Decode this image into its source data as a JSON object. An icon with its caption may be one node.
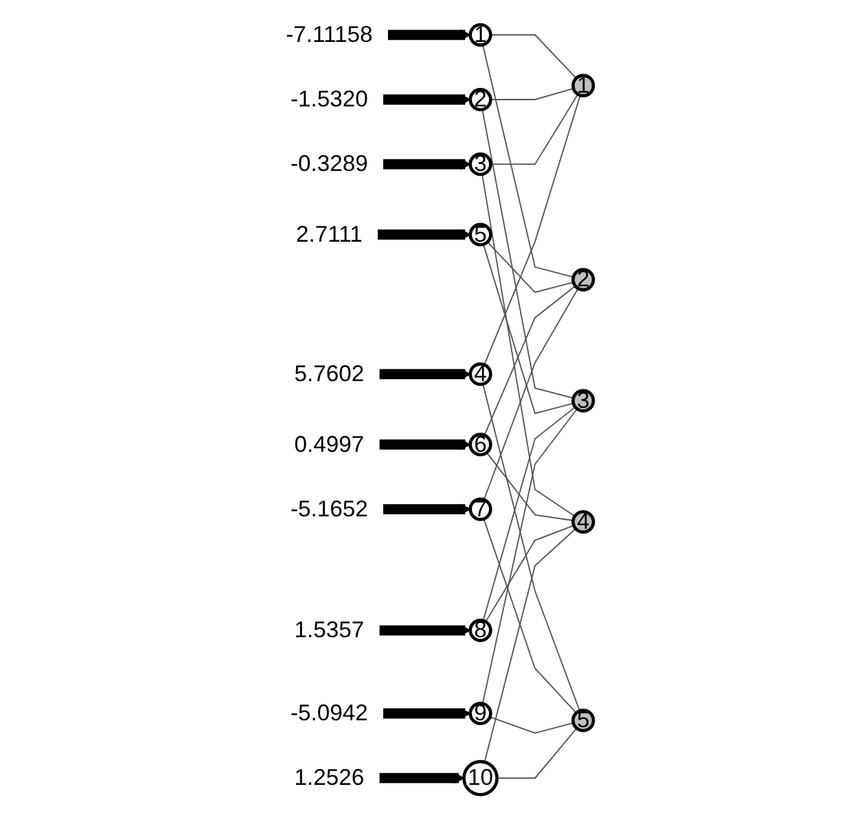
{
  "diagram": {
    "nodes": [
      {
        "text": [
          "-7.11158"
        ]
      },
      {
        "text": [
          "-1.5320"
        ]
      },
      {
        "text": [
          "-0.3289"
        ]
      },
      {
        "text": [
          "5.7602"
        ]
      },
      {
        "text": [
          "2.7111"
        ]
      },
      {
        "text": [
          "0.4997"
        ]
      },
      {
        "text": [
          "-5.1652"
        ]
      },
      {
        "text": [
          "1.5357"
        ]
      },
      {
        "text": [
          "-5.0942"
        ]
      },
      {
        "text": [
          "1.2526"
        ]
      },
      {
        "text": [
          "1"
        ]
      },
      {
        "text": [
          "2"
        ]
      },
      {
        "text": [
          "3"
        ]
      },
      {
        "text": [
          "4"
        ]
      },
      {
        "text": [
          "5"
        ]
      },
      {
        "text": [
          "6"
        ]
      },
      {
        "text": [
          "7"
        ]
      },
      {
        "text": [
          "8"
        ]
      },
      {
        "text": [
          "9"
        ]
      },
      {
        "text": [
          "10"
        ]
      },
      {
        "text": [
          "1"
        ]
      },
      {
        "text": [
          "2"
        ]
      },
      {
        "text": [
          "3"
        ]
      },
      {
        "text": [
          "4"
        ]
      },
      {
        "text": [
          "5"
        ]
      }
    ],
    "edges": [
      {
        "from": 0,
        "to": 10,
        "arrow": "to",
        "style": "thick",
        "color": "#000000"
      },
      {
        "from": 1,
        "to": 11,
        "arrow": "to",
        "style": "thick",
        "color": "#000000"
      },
      {
        "from": 2,
        "to": 12,
        "arrow": "to",
        "style": "thick",
        "color": "#000000"
      },
      {
        "from": 3,
        "to": 13,
        "arrow": "to",
        "style": "thick",
        "color": "#000000"
      },
      {
        "from": 4,
        "to": 14,
        "arrow": "to",
        "style": "thick",
        "color": "#000000"
      },
      {
        "from": 5,
        "to": 15,
        "arrow": "to",
        "style": "thick",
        "color": "#000000"
      },
      {
        "from": 6,
        "to": 16,
        "arrow": "to",
        "style": "thick",
        "color": "#000000"
      },
      {
        "from": 7,
        "to": 17,
        "arrow": "to",
        "style": "thick",
        "color": "#000000"
      },
      {
        "from": 8,
        "to": 18,
        "arrow": "to",
        "style": "thick",
        "color": "#000000"
      },
      {
        "from": 9,
        "to": 19,
        "arrow": "to",
        "style": "thick",
        "color": "#000000"
      },
      {
        "from": 10,
        "to": 20,
        "arrow": "none"
      },
      {
        "from": 10,
        "to": 21,
        "arrow": "none"
      },
      {
        "from": 11,
        "to": 20,
        "arrow": "none"
      },
      {
        "from": 11,
        "to": 22,
        "arrow": "none"
      },
      {
        "from": 12,
        "to": 20,
        "arrow": "none"
      },
      {
        "from": 12,
        "to": 23,
        "arrow": "none"
      },
      {
        "from": 13,
        "to": 20,
        "arrow": "none"
      },
      {
        "from": 13,
        "to": 24,
        "arrow": "none"
      },
      {
        "from": 14,
        "to": 21,
        "arrow": "none"
      },
      {
        "from": 14,
        "to": 22,
        "arrow": "none"
      },
      {
        "from": 15,
        "to": 21,
        "arrow": "none"
      },
      {
        "from": 15,
        "to": 23,
        "arrow": "none"
      },
      {
        "from": 16,
        "to": 21,
        "arrow": "none"
      },
      {
        "from": 16,
        "to": 24,
        "arrow": "none"
      },
      {
        "from": 17,
        "to": 22,
        "arrow": "none"
      },
      {
        "from": 17,
        "to": 23,
        "arrow": "none"
      },
      {
        "from": 18,
        "to": 22,
        "arrow": "none"
      },
      {
        "from": 18,
        "to": 24,
        "arrow": "none"
      },
      {
        "from": 19,
        "to": 23,
        "arrow": "none"
      },
      {
        "from": 19,
        "to": 24,
        "arrow": "none"
      }
    ]
  }
}
